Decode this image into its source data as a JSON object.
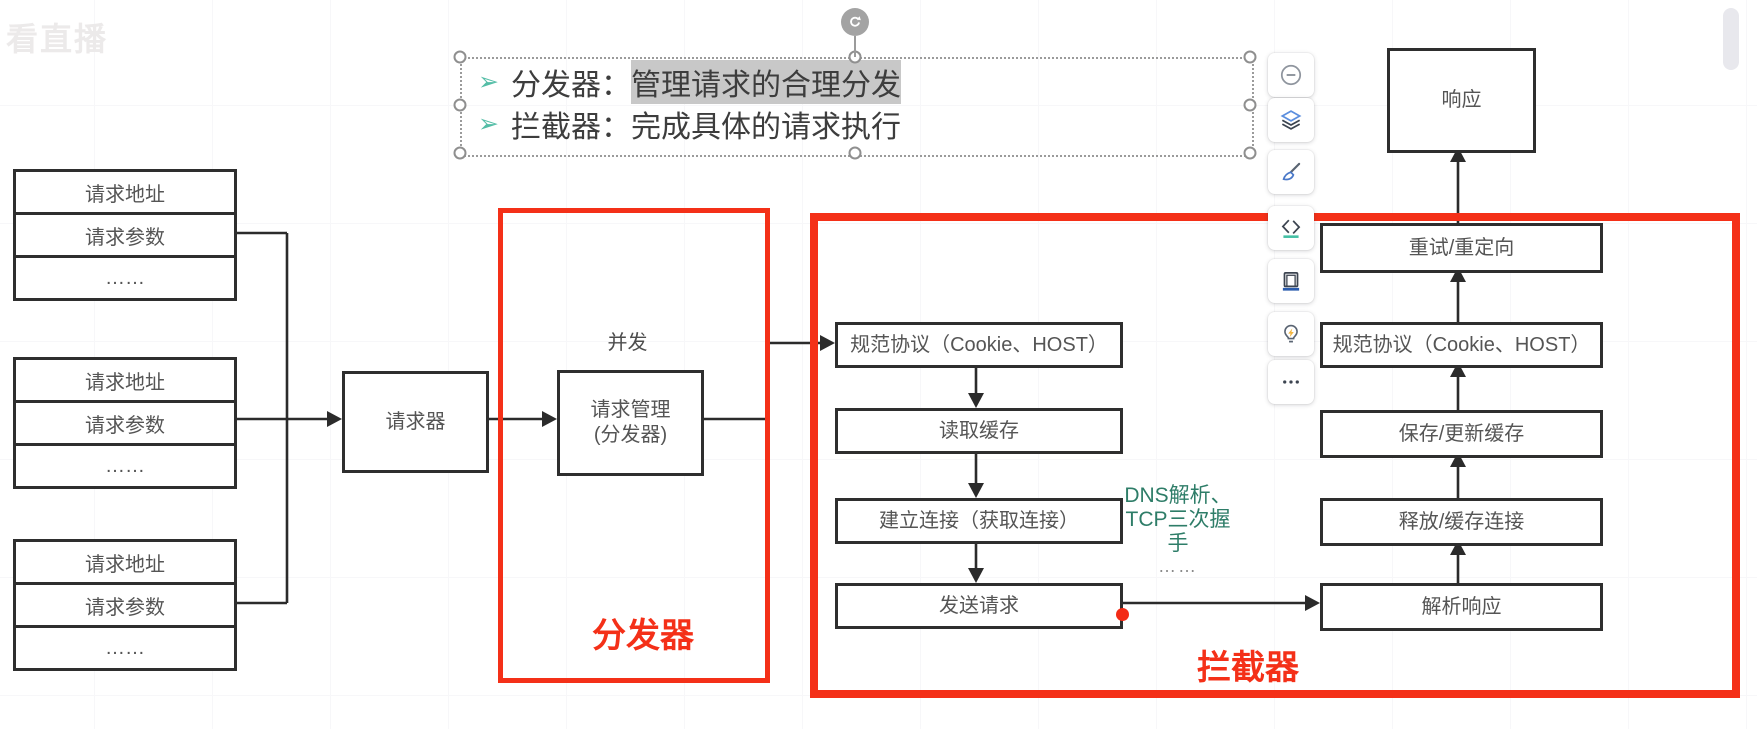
{
  "watermark": "看直播",
  "selection": {
    "line1": {
      "bullet": "➢",
      "label": "分发器：",
      "highlight": "管理请求的合理分发"
    },
    "line2": {
      "bullet": "➢",
      "label": "拦截器：",
      "rest": "完成具体的请求执行"
    }
  },
  "request_group": {
    "row1": "请求地址",
    "row2": "请求参数",
    "row3": "……"
  },
  "flow": {
    "requester": "请求器",
    "concurrency_label": "并发",
    "manager_line1": "请求管理",
    "manager_line2": "(分发器)",
    "dispatcher_label": "分发器",
    "interceptor_label": "拦截器",
    "left_chain": [
      "规范协议（Cookie、HOST）",
      "读取缓存",
      "建立连接（获取连接）",
      "发送请求"
    ],
    "right_chain": [
      "重试/重定向",
      "规范协议（Cookie、HOST）",
      "保存/更新缓存",
      "释放/缓存连接",
      "解析响应"
    ],
    "response": "响应",
    "note_line1": "DNS解析、",
    "note_line2": "TCP三次握手",
    "note_line3": "……"
  },
  "toolbar": {
    "icons": [
      "minus-circle-icon",
      "layers-icon",
      "format-brush-icon",
      "shape-code-icon",
      "frame-icon",
      "idea-bulb-icon",
      "more-ellipsis-icon"
    ]
  },
  "colors": {
    "accent_red": "#f43018",
    "bullet_teal": "#53bda6",
    "note_green": "#2e7d68",
    "highlight_gray": "#c8c8c8"
  }
}
